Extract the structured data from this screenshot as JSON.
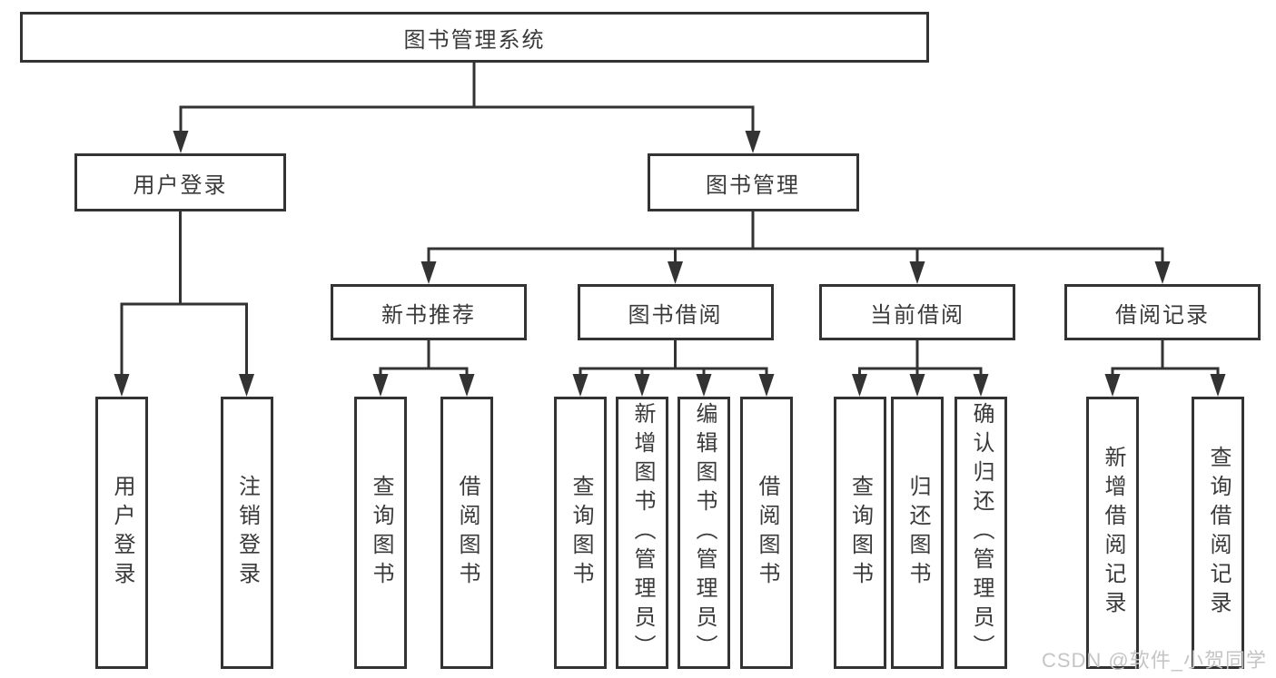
{
  "diagram": {
    "root": {
      "label": "图书管理系统"
    },
    "branches": {
      "user_login": {
        "label": "用户登录",
        "children": [
          "用户登录",
          "注销登录"
        ]
      },
      "book_management": {
        "label": "图书管理",
        "children": [
          {
            "label": "新书推荐",
            "children": [
              "查询图书",
              "借阅图书"
            ]
          },
          {
            "label": "图书借阅",
            "children": [
              "查询图书",
              "新增图书（管理员）",
              "编辑图书（管理员）",
              "借阅图书"
            ]
          },
          {
            "label": "当前借阅",
            "children": [
              "查询图书",
              "归还图书",
              "确认归还（管理员）"
            ]
          },
          {
            "label": "借阅记录",
            "children": [
              "新增借阅记录",
              "查询借阅记录"
            ]
          }
        ]
      }
    }
  },
  "watermark": {
    "text": "CSDN @软件_小贺同学"
  },
  "colors": {
    "line": "#333333",
    "text": "#3a3a3a",
    "background": "#ffffff",
    "watermark": "#c5c5c5"
  }
}
